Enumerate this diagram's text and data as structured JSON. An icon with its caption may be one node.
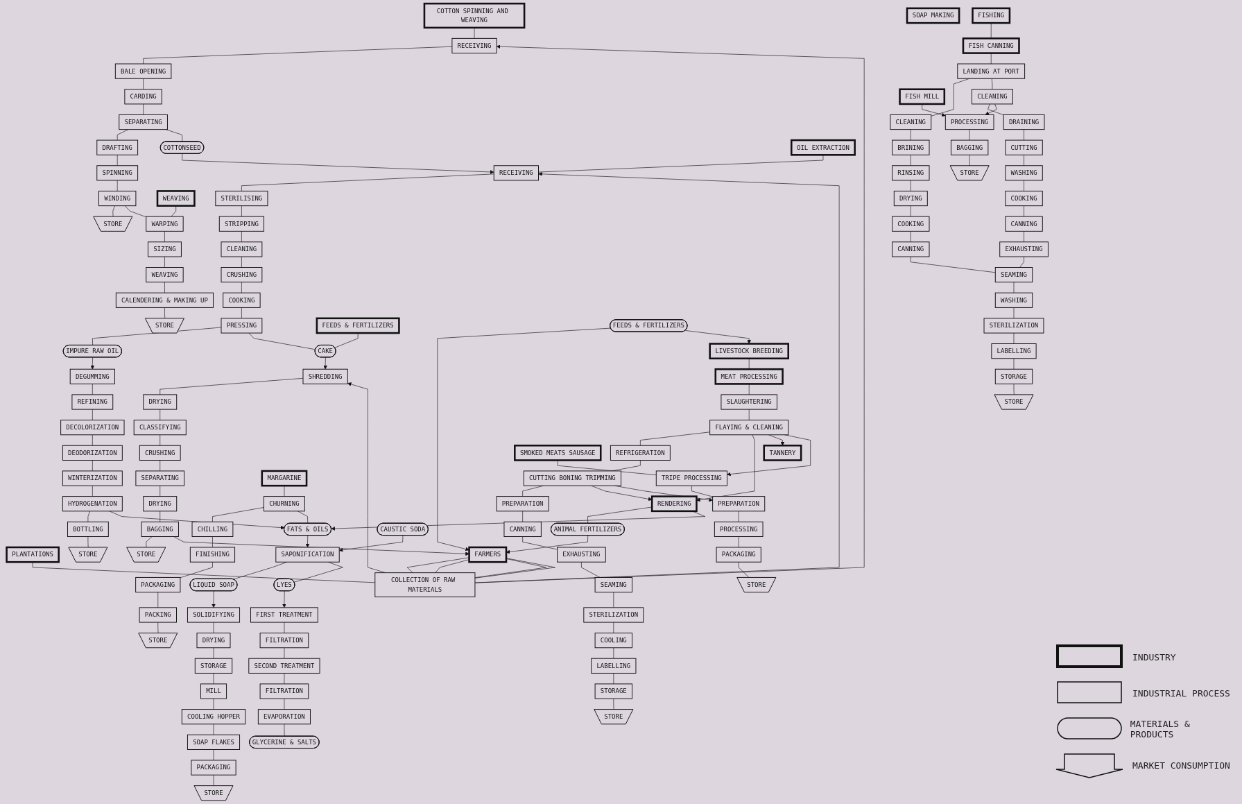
{
  "diagram": {
    "nodes": [
      {
        "text": [
          "COTTON SPINNING AND WEAVING"
        ]
      },
      {
        "text": [
          "RECEIVING"
        ]
      },
      {
        "text": [
          "BALE OPENING"
        ]
      },
      {
        "text": [
          "CARDING"
        ]
      },
      {
        "text": [
          "SEPARATING"
        ]
      },
      {
        "text": [
          "DRAFTING"
        ]
      },
      {
        "text": [
          "SPINNING"
        ]
      },
      {
        "text": [
          "WINDING"
        ]
      },
      {
        "text": [
          "STORE"
        ]
      },
      {
        "text": [
          "COTTONSEED"
        ]
      },
      {
        "text": [
          "WEAVING"
        ]
      },
      {
        "text": [
          "WARPING"
        ]
      },
      {
        "text": [
          "SIZING"
        ]
      },
      {
        "text": [
          "WEAVING"
        ]
      },
      {
        "text": [
          "CALENDERING & MAKING UP"
        ]
      },
      {
        "text": [
          "STORE"
        ]
      },
      {
        "text": [
          "PLANTATIONS"
        ]
      },
      {
        "text": [
          "FARMERS"
        ]
      },
      {
        "text": [
          "COLLECTION OF RAW MATERIALS"
        ]
      },
      {
        "text": [
          "OIL EXTRACTION"
        ]
      },
      {
        "text": [
          "RECEIVING"
        ]
      },
      {
        "text": [
          "STERILISING"
        ]
      },
      {
        "text": [
          "STRIPPING"
        ]
      },
      {
        "text": [
          "CLEANING"
        ]
      },
      {
        "text": [
          "CRUSHING"
        ]
      },
      {
        "text": [
          "COOKING"
        ]
      },
      {
        "text": [
          "PRESSING"
        ]
      },
      {
        "text": [
          "IMPURE RAW OIL"
        ]
      },
      {
        "text": [
          "DEGUMMING"
        ]
      },
      {
        "text": [
          "REFINING"
        ]
      },
      {
        "text": [
          "DECOLORIZATION"
        ]
      },
      {
        "text": [
          "DEODORIZATION"
        ]
      },
      {
        "text": [
          "WINTERIZATION"
        ]
      },
      {
        "text": [
          "HYDROGENATION"
        ]
      },
      {
        "text": [
          "BOTTLING"
        ]
      },
      {
        "text": [
          "STORE"
        ]
      },
      {
        "text": [
          "FEEDS & FERTILIZERS"
        ]
      },
      {
        "text": [
          "CAKE"
        ]
      },
      {
        "text": [
          "SHREDDING"
        ]
      },
      {
        "text": [
          "DRYING"
        ]
      },
      {
        "text": [
          "CLASSIFYING"
        ]
      },
      {
        "text": [
          "CRUSHING"
        ]
      },
      {
        "text": [
          "SEPARATING"
        ]
      },
      {
        "text": [
          "DRYING"
        ]
      },
      {
        "text": [
          "BAGGING"
        ]
      },
      {
        "text": [
          "STORE"
        ]
      },
      {
        "text": [
          "FEEDS & FERTILIZERS"
        ]
      },
      {
        "text": [
          "ANIMAL FERTILIZERS"
        ]
      },
      {
        "text": [
          "RENDERING"
        ]
      },
      {
        "text": [
          "MARGARINE"
        ]
      },
      {
        "text": [
          "CHURNING"
        ]
      },
      {
        "text": [
          "CHILLING"
        ]
      },
      {
        "text": [
          "FINISHING"
        ]
      },
      {
        "text": [
          "PACKAGING"
        ]
      },
      {
        "text": [
          "PACKING"
        ]
      },
      {
        "text": [
          "STORE"
        ]
      },
      {
        "text": [
          "SOAP MAKING"
        ]
      },
      {
        "text": [
          "FATS & OILS"
        ]
      },
      {
        "text": [
          "CAUSTIC SODA"
        ]
      },
      {
        "text": [
          "SAPONIFICATION"
        ]
      },
      {
        "text": [
          "LIQUID SOAP"
        ]
      },
      {
        "text": [
          "LYES"
        ]
      },
      {
        "text": [
          "SOLIDIFYING"
        ]
      },
      {
        "text": [
          "DRYING"
        ]
      },
      {
        "text": [
          "STORAGE"
        ]
      },
      {
        "text": [
          "MILL"
        ]
      },
      {
        "text": [
          "COOLING HOPPER"
        ]
      },
      {
        "text": [
          "SOAP FLAKES"
        ]
      },
      {
        "text": [
          "PACKAGING"
        ]
      },
      {
        "text": [
          "STORE"
        ]
      },
      {
        "text": [
          "FIRST TREATMENT"
        ]
      },
      {
        "text": [
          "FILTRATION"
        ]
      },
      {
        "text": [
          "SECOND TREATMENT"
        ]
      },
      {
        "text": [
          "FILTRATION"
        ]
      },
      {
        "text": [
          "EVAPORATION"
        ]
      },
      {
        "text": [
          "GLYCERINE & SALTS"
        ]
      },
      {
        "text": [
          "LIVESTOCK BREEDING"
        ]
      },
      {
        "text": [
          "MEAT PROCESSING"
        ]
      },
      {
        "text": [
          "SLAUGHTERING"
        ]
      },
      {
        "text": [
          "FLAYING & CLEANING"
        ]
      },
      {
        "text": [
          "REFRIGERATION"
        ]
      },
      {
        "text": [
          "CUTTING BONING TRIMMING"
        ]
      },
      {
        "text": [
          "PREPARATION"
        ]
      },
      {
        "text": [
          "CANNING"
        ]
      },
      {
        "text": [
          "EXHAUSTING"
        ]
      },
      {
        "text": [
          "SEAMING"
        ]
      },
      {
        "text": [
          "STERILIZATION"
        ]
      },
      {
        "text": [
          "COOLING"
        ]
      },
      {
        "text": [
          "LABELLING"
        ]
      },
      {
        "text": [
          "STORAGE"
        ]
      },
      {
        "text": [
          "STORE"
        ]
      },
      {
        "text": [
          "TANNERY"
        ]
      },
      {
        "text": [
          "SMOKED MEATS SAUSAGE"
        ]
      },
      {
        "text": [
          "TRIPE PROCESSING"
        ]
      },
      {
        "text": [
          "PREPARATION"
        ]
      },
      {
        "text": [
          "PROCESSING"
        ]
      },
      {
        "text": [
          "PACKAGING"
        ]
      },
      {
        "text": [
          "STORE"
        ]
      },
      {
        "text": [
          "FISHING"
        ]
      },
      {
        "text": [
          "FISH CANNING"
        ]
      },
      {
        "text": [
          "LANDING AT PORT"
        ]
      },
      {
        "text": [
          "CLEANING"
        ]
      },
      {
        "text": [
          "BRINING"
        ]
      },
      {
        "text": [
          "RINSING"
        ]
      },
      {
        "text": [
          "DRYING"
        ]
      },
      {
        "text": [
          "COOKING"
        ]
      },
      {
        "text": [
          "CANNING"
        ]
      },
      {
        "text": [
          "CLEANING"
        ]
      },
      {
        "text": [
          "DRAINING"
        ]
      },
      {
        "text": [
          "CUTTING"
        ]
      },
      {
        "text": [
          "WASHING"
        ]
      },
      {
        "text": [
          "COOKING"
        ]
      },
      {
        "text": [
          "CANNING"
        ]
      },
      {
        "text": [
          "EXHAUSTING"
        ]
      },
      {
        "text": [
          "SEAMING"
        ]
      },
      {
        "text": [
          "WASHING"
        ]
      },
      {
        "text": [
          "STERILIZATION"
        ]
      },
      {
        "text": [
          "LABELLING"
        ]
      },
      {
        "text": [
          "STORAGE"
        ]
      },
      {
        "text": [
          "STORE"
        ]
      },
      {
        "text": [
          "FISH MILL"
        ]
      },
      {
        "text": [
          "PROCESSING"
        ]
      },
      {
        "text": [
          "BAGGING"
        ]
      },
      {
        "text": [
          "STORE"
        ]
      }
    ],
    "edges": [
      {
        "from": 0,
        "to": 1,
        "arrow": "none"
      },
      {
        "from": 18,
        "to": 1,
        "arrow": "to"
      },
      {
        "from": 1,
        "to": 2,
        "arrow": "none"
      },
      {
        "from": 2,
        "to": 3,
        "arrow": "none"
      },
      {
        "from": 3,
        "to": 4,
        "arrow": "none"
      },
      {
        "from": 4,
        "to": 5,
        "arrow": "none"
      },
      {
        "from": 5,
        "to": 6,
        "arrow": "none"
      },
      {
        "from": 6,
        "to": 7,
        "arrow": "none"
      },
      {
        "from": 7,
        "to": 8,
        "arrow": "none"
      },
      {
        "from": 4,
        "to": 9,
        "arrow": "none"
      },
      {
        "from": 9,
        "to": 20,
        "arrow": "to"
      },
      {
        "from": 7,
        "to": 11,
        "arrow": "none"
      },
      {
        "from": 10,
        "to": 11,
        "arrow": "none"
      },
      {
        "from": 11,
        "to": 12,
        "arrow": "none"
      },
      {
        "from": 12,
        "to": 13,
        "arrow": "none"
      },
      {
        "from": 13,
        "to": 14,
        "arrow": "none"
      },
      {
        "from": 14,
        "to": 15,
        "arrow": "none"
      },
      {
        "from": 16,
        "to": 18,
        "arrow": "none"
      },
      {
        "from": 17,
        "to": 18,
        "arrow": "none"
      },
      {
        "from": 17,
        "to": 18,
        "arrow": "none"
      },
      {
        "from": 17,
        "to": 18,
        "arrow": "none"
      },
      {
        "from": 17,
        "to": 18,
        "arrow": "none"
      },
      {
        "from": 18,
        "to": 20,
        "arrow": "to"
      },
      {
        "from": 18,
        "to": 38,
        "arrow": "to"
      },
      {
        "from": 19,
        "to": 20,
        "arrow": "none"
      },
      {
        "from": 20,
        "to": 21,
        "arrow": "none"
      },
      {
        "from": 21,
        "to": 22,
        "arrow": "none"
      },
      {
        "from": 22,
        "to": 23,
        "arrow": "none"
      },
      {
        "from": 23,
        "to": 24,
        "arrow": "none"
      },
      {
        "from": 24,
        "to": 25,
        "arrow": "none"
      },
      {
        "from": 25,
        "to": 26,
        "arrow": "none"
      },
      {
        "from": 26,
        "to": 27,
        "arrow": "none"
      },
      {
        "from": 26,
        "to": 37,
        "arrow": "none"
      },
      {
        "from": 36,
        "to": 37,
        "arrow": "none"
      },
      {
        "from": 27,
        "to": 28,
        "arrow": "to"
      },
      {
        "from": 28,
        "to": 29,
        "arrow": "none"
      },
      {
        "from": 29,
        "to": 30,
        "arrow": "none"
      },
      {
        "from": 30,
        "to": 31,
        "arrow": "none"
      },
      {
        "from": 31,
        "to": 32,
        "arrow": "none"
      },
      {
        "from": 32,
        "to": 33,
        "arrow": "none"
      },
      {
        "from": 33,
        "to": 34,
        "arrow": "none"
      },
      {
        "from": 34,
        "to": 35,
        "arrow": "none"
      },
      {
        "from": 33,
        "to": 57,
        "arrow": "to"
      },
      {
        "from": 37,
        "to": 38,
        "arrow": "to"
      },
      {
        "from": 38,
        "to": 39,
        "arrow": "none"
      },
      {
        "from": 39,
        "to": 40,
        "arrow": "none"
      },
      {
        "from": 40,
        "to": 41,
        "arrow": "none"
      },
      {
        "from": 41,
        "to": 42,
        "arrow": "none"
      },
      {
        "from": 42,
        "to": 43,
        "arrow": "none"
      },
      {
        "from": 43,
        "to": 44,
        "arrow": "none"
      },
      {
        "from": 44,
        "to": 45,
        "arrow": "none"
      },
      {
        "from": 44,
        "to": 17,
        "arrow": "to"
      },
      {
        "from": 46,
        "to": 17,
        "arrow": "to"
      },
      {
        "from": 46,
        "to": 76,
        "arrow": "to"
      },
      {
        "from": 48,
        "to": 47,
        "arrow": "none"
      },
      {
        "from": 47,
        "to": 17,
        "arrow": "to"
      },
      {
        "from": 48,
        "to": 57,
        "arrow": "to"
      },
      {
        "from": 49,
        "to": 50,
        "arrow": "none"
      },
      {
        "from": 50,
        "to": 51,
        "arrow": "none"
      },
      {
        "from": 51,
        "to": 52,
        "arrow": "none"
      },
      {
        "from": 52,
        "to": 53,
        "arrow": "none"
      },
      {
        "from": 53,
        "to": 54,
        "arrow": "none"
      },
      {
        "from": 54,
        "to": 55,
        "arrow": "none"
      },
      {
        "from": 50,
        "to": 57,
        "arrow": "none"
      },
      {
        "from": 57,
        "to": 59,
        "arrow": "to"
      },
      {
        "from": 58,
        "to": 59,
        "arrow": "to"
      },
      {
        "from": 59,
        "to": 60,
        "arrow": "none"
      },
      {
        "from": 59,
        "to": 61,
        "arrow": "none"
      },
      {
        "from": 60,
        "to": 62,
        "arrow": "to"
      },
      {
        "from": 62,
        "to": 63,
        "arrow": "none"
      },
      {
        "from": 63,
        "to": 64,
        "arrow": "none"
      },
      {
        "from": 64,
        "to": 65,
        "arrow": "none"
      },
      {
        "from": 65,
        "to": 66,
        "arrow": "none"
      },
      {
        "from": 66,
        "to": 67,
        "arrow": "none"
      },
      {
        "from": 67,
        "to": 68,
        "arrow": "none"
      },
      {
        "from": 68,
        "to": 69,
        "arrow": "none"
      },
      {
        "from": 61,
        "to": 70,
        "arrow": "to"
      },
      {
        "from": 70,
        "to": 71,
        "arrow": "none"
      },
      {
        "from": 71,
        "to": 72,
        "arrow": "none"
      },
      {
        "from": 72,
        "to": 73,
        "arrow": "none"
      },
      {
        "from": 73,
        "to": 74,
        "arrow": "none"
      },
      {
        "from": 74,
        "to": 75,
        "arrow": "none"
      },
      {
        "from": 76,
        "to": 77,
        "arrow": "none"
      },
      {
        "from": 77,
        "to": 78,
        "arrow": "none"
      },
      {
        "from": 78,
        "to": 79,
        "arrow": "none"
      },
      {
        "from": 79,
        "to": 80,
        "arrow": "none"
      },
      {
        "from": 80,
        "to": 81,
        "arrow": "none"
      },
      {
        "from": 81,
        "to": 82,
        "arrow": "none"
      },
      {
        "from": 82,
        "to": 83,
        "arrow": "none"
      },
      {
        "from": 83,
        "to": 84,
        "arrow": "none"
      },
      {
        "from": 84,
        "to": 85,
        "arrow": "none"
      },
      {
        "from": 85,
        "to": 86,
        "arrow": "none"
      },
      {
        "from": 86,
        "to": 87,
        "arrow": "none"
      },
      {
        "from": 87,
        "to": 88,
        "arrow": "none"
      },
      {
        "from": 88,
        "to": 89,
        "arrow": "none"
      },
      {
        "from": 89,
        "to": 90,
        "arrow": "none"
      },
      {
        "from": 79,
        "to": 48,
        "arrow": "to"
      },
      {
        "from": 81,
        "to": 48,
        "arrow": "to"
      },
      {
        "from": 79,
        "to": 91,
        "arrow": "to"
      },
      {
        "from": 79,
        "to": 93,
        "arrow": "to"
      },
      {
        "from": 81,
        "to": 94,
        "arrow": "to"
      },
      {
        "from": 92,
        "to": 93,
        "arrow": "none"
      },
      {
        "from": 93,
        "to": 94,
        "arrow": "none"
      },
      {
        "from": 94,
        "to": 95,
        "arrow": "none"
      },
      {
        "from": 95,
        "to": 96,
        "arrow": "none"
      },
      {
        "from": 96,
        "to": 97,
        "arrow": "none"
      },
      {
        "from": 98,
        "to": 99,
        "arrow": "none"
      },
      {
        "from": 99,
        "to": 100,
        "arrow": "none"
      },
      {
        "from": 100,
        "to": 101,
        "arrow": "none"
      },
      {
        "from": 100,
        "to": 107,
        "arrow": "none"
      },
      {
        "from": 101,
        "to": 102,
        "arrow": "none"
      },
      {
        "from": 102,
        "to": 103,
        "arrow": "none"
      },
      {
        "from": 103,
        "to": 104,
        "arrow": "none"
      },
      {
        "from": 104,
        "to": 105,
        "arrow": "none"
      },
      {
        "from": 105,
        "to": 106,
        "arrow": "none"
      },
      {
        "from": 107,
        "to": 108,
        "arrow": "none"
      },
      {
        "from": 108,
        "to": 109,
        "arrow": "none"
      },
      {
        "from": 109,
        "to": 110,
        "arrow": "none"
      },
      {
        "from": 110,
        "to": 111,
        "arrow": "none"
      },
      {
        "from": 111,
        "to": 112,
        "arrow": "none"
      },
      {
        "from": 112,
        "to": 113,
        "arrow": "none"
      },
      {
        "from": 106,
        "to": 114,
        "arrow": "none"
      },
      {
        "from": 113,
        "to": 114,
        "arrow": "none"
      },
      {
        "from": 114,
        "to": 115,
        "arrow": "none"
      },
      {
        "from": 115,
        "to": 116,
        "arrow": "none"
      },
      {
        "from": 116,
        "to": 117,
        "arrow": "none"
      },
      {
        "from": 117,
        "to": 118,
        "arrow": "none"
      },
      {
        "from": 118,
        "to": 119,
        "arrow": "none"
      },
      {
        "from": 107,
        "to": 121,
        "arrow": "to"
      },
      {
        "from": 120,
        "to": 121,
        "arrow": "to"
      },
      {
        "from": 121,
        "to": 122,
        "arrow": "none"
      },
      {
        "from": 122,
        "to": 123,
        "arrow": "none"
      }
    ],
    "legend": [
      {
        "text": "INDUSTRY"
      },
      {
        "text": "INDUSTRIAL PROCESS"
      },
      {
        "text": "MATERIALS & PRODUCTS"
      },
      {
        "text": "MARKET CONSUMPTION"
      }
    ]
  }
}
